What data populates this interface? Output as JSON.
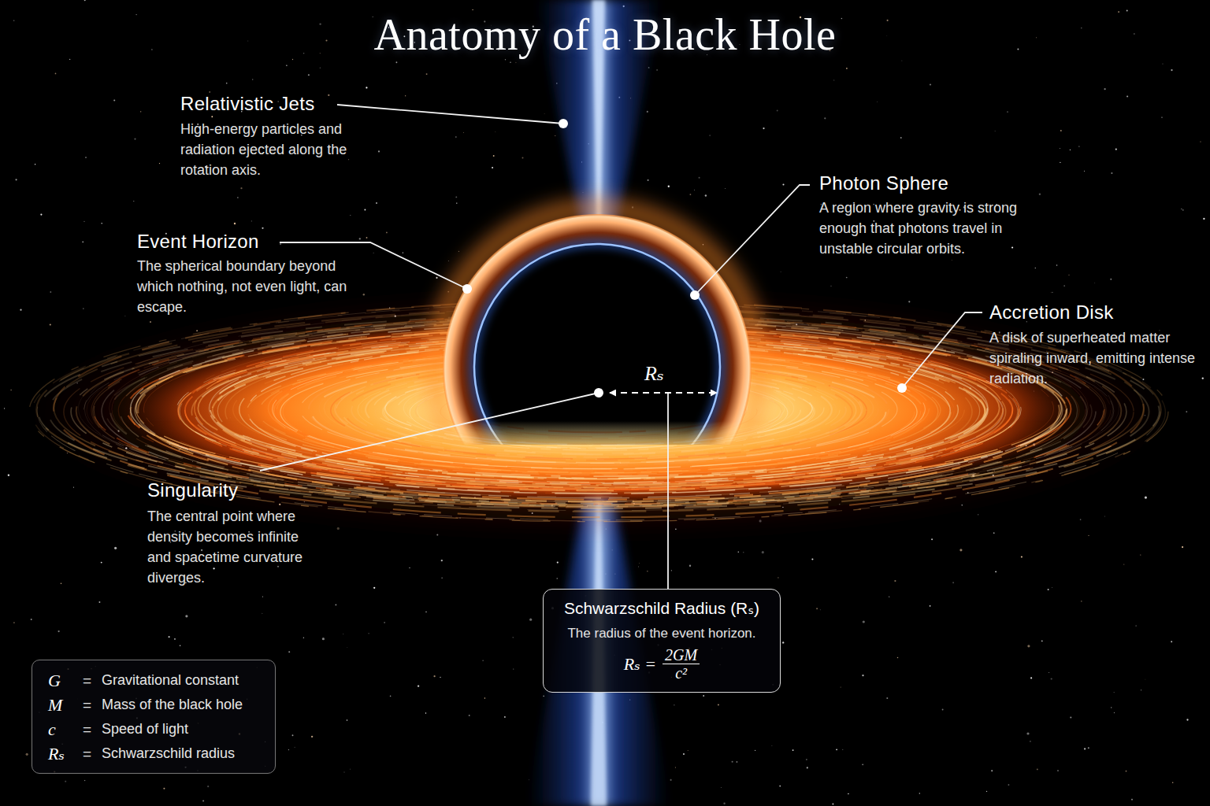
{
  "diagram": {
    "title": "Anatomy of a Black Hole",
    "nodes": [
      {
        "text": [
          "Schwarzschild Radius (Rₛ)",
          "The radius of the event horizon.",
          "Rₛ =",
          "2GM",
          "c²"
        ]
      },
      {
        "text": [
          "G",
          "=",
          "Gravitational constant",
          "M",
          "=",
          "Mass of the black hole",
          "c",
          "=",
          "Speed of light",
          "Rₛ",
          "=",
          "Schwarzschild radius"
        ]
      }
    ],
    "labels": [
      "Relativistic Jets",
      "High-energy particles and radiation ejected along the rotation axis.",
      "Event Horizon",
      "The spherical boundary beyond which nothing, not even light, can escape.",
      "Photon Sphere",
      "A region where gravity is strong enough that photons travel in unstable circular orbits.",
      "Accretion Disk",
      "A disk of superheated matter spiraling inward, emitting intense radiation.",
      "Rₛ",
      "Singularity",
      "The central point where density becomes infinite and spacetime curvature diverges."
    ]
  }
}
